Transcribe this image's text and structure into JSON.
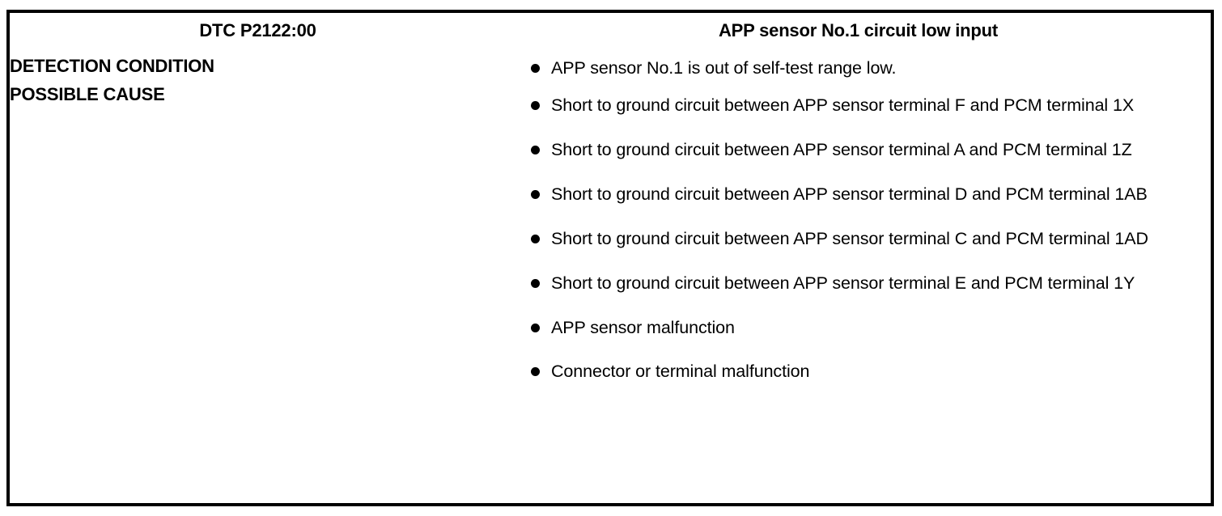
{
  "table": {
    "header": {
      "dtc_code": "DTC P2122:00",
      "fault_title": "APP sensor No.1 circuit low input"
    },
    "rows": [
      {
        "label": "DETECTION CONDITION",
        "bullets": [
          "APP sensor No.1 is out of self-test range low."
        ]
      },
      {
        "label": "POSSIBLE CAUSE",
        "bullets": [
          "Short to ground circuit between APP sensor terminal F and PCM terminal 1X",
          "Short to ground circuit between APP sensor terminal A and PCM terminal 1Z",
          "Short to ground circuit between APP sensor terminal D and PCM terminal 1AB",
          "Short to ground circuit between APP sensor terminal C and PCM terminal 1AD",
          "Short to ground circuit between APP sensor terminal E and PCM terminal 1Y",
          "APP sensor malfunction",
          "Connector or terminal malfunction"
        ]
      }
    ]
  },
  "colors": {
    "border": "#000000",
    "text": "#000000",
    "background": "#ffffff"
  }
}
